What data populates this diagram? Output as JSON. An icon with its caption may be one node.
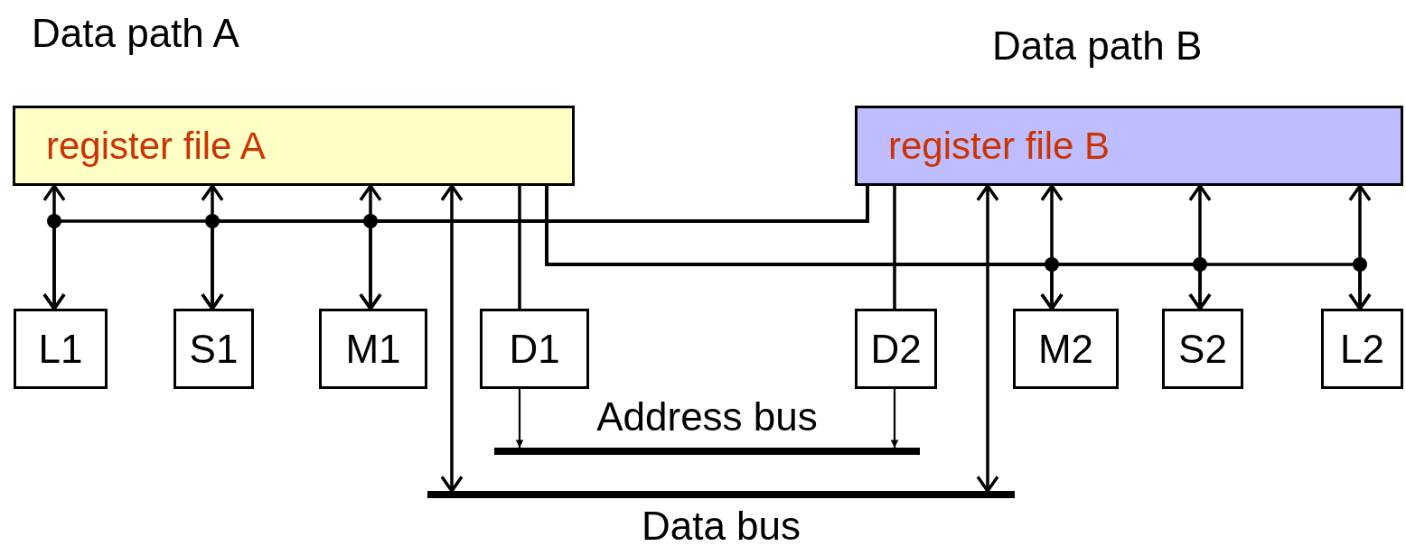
{
  "diagram": {
    "nodes": [
      {
        "text": [
          "register file A"
        ]
      },
      {
        "text": [
          "register file B"
        ]
      },
      {
        "text": [
          "L1"
        ]
      },
      {
        "text": [
          "S1"
        ]
      },
      {
        "text": [
          "M1"
        ]
      },
      {
        "text": [
          "D1"
        ]
      },
      {
        "text": [
          "D2"
        ]
      },
      {
        "text": [
          "M2"
        ]
      },
      {
        "text": [
          "S2"
        ]
      },
      {
        "text": [
          "L2"
        ]
      },
      {
        "text": [
          "Address bus"
        ]
      },
      {
        "text": [
          "Data bus"
        ]
      }
    ],
    "edges": [
      {
        "from": 0,
        "to": 2,
        "arrow": "both"
      },
      {
        "from": 0,
        "to": 3,
        "arrow": "both"
      },
      {
        "from": 0,
        "to": 4,
        "arrow": "both"
      },
      {
        "from": 1,
        "to": 2,
        "arrow": "to"
      },
      {
        "from": 1,
        "to": 3,
        "arrow": "to"
      },
      {
        "from": 1,
        "to": 4,
        "arrow": "to"
      },
      {
        "from": 0,
        "to": 11,
        "arrow": "both"
      },
      {
        "from": 0,
        "to": 5,
        "arrow": "none"
      },
      {
        "from": 1,
        "to": 6,
        "arrow": "none"
      },
      {
        "from": 1,
        "to": 7,
        "arrow": "both"
      },
      {
        "from": 1,
        "to": 8,
        "arrow": "both"
      },
      {
        "from": 1,
        "to": 9,
        "arrow": "both"
      },
      {
        "from": 0,
        "to": 7,
        "arrow": "to"
      },
      {
        "from": 0,
        "to": 8,
        "arrow": "to"
      },
      {
        "from": 0,
        "to": 9,
        "arrow": "to"
      },
      {
        "from": 1,
        "to": 11,
        "arrow": "both"
      },
      {
        "from": 5,
        "to": 10,
        "arrow": "to"
      },
      {
        "from": 6,
        "to": 10,
        "arrow": "to"
      }
    ],
    "labels": [
      "Data path A",
      "Data path B"
    ]
  }
}
